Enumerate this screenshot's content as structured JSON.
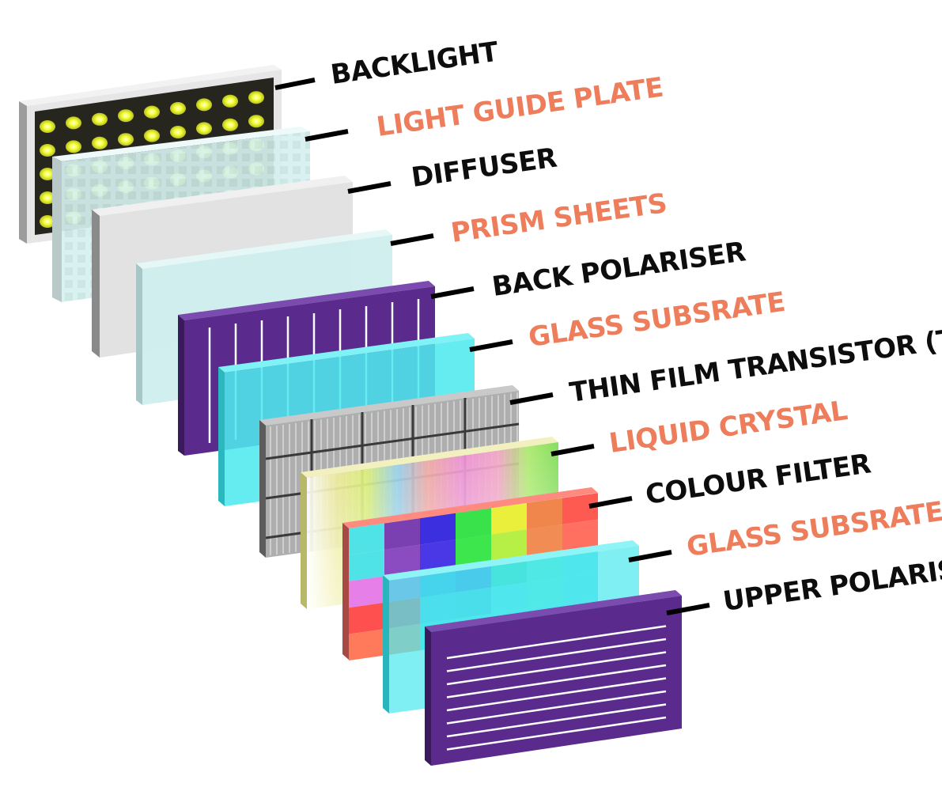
{
  "colors": {
    "label_dark": "#0d0d0d",
    "label_accent": "#ee7d5c",
    "purple": "#5a2a8c",
    "cyan": "#4fe9ef",
    "led": "#f4ff3c",
    "frame": "#e4e4e4",
    "backlight_panel": "#2a2a24"
  },
  "layers": [
    {
      "label": "BACKLIGHT",
      "color_role": "label_dark",
      "icon": "backlight-panel"
    },
    {
      "label": "LIGHT GUIDE PLATE",
      "color_role": "label_accent",
      "icon": "light-guide-plate"
    },
    {
      "label": "DIFFUSER",
      "color_role": "label_dark",
      "icon": "diffuser-sheet"
    },
    {
      "label": "PRISM SHEETS",
      "color_role": "label_accent",
      "icon": "prism-sheet"
    },
    {
      "label": "BACK POLARISER",
      "color_role": "label_dark",
      "icon": "polariser-vertical"
    },
    {
      "label": "GLASS SUBSRATE",
      "color_role": "label_accent",
      "icon": "glass-substrate"
    },
    {
      "label": "THIN FILM TRANSISTOR (TFT)",
      "color_role": "label_dark",
      "icon": "tft-grid"
    },
    {
      "label": "LIQUID CRYSTAL",
      "color_role": "label_accent",
      "icon": "liquid-crystal"
    },
    {
      "label": "COLOUR FILTER",
      "color_role": "label_dark",
      "icon": "colour-filter"
    },
    {
      "label": "GLASS SUBSRATE",
      "color_role": "label_accent",
      "icon": "glass-substrate"
    },
    {
      "label": "UPPER POLARISER",
      "color_role": "label_dark",
      "icon": "polariser-horizontal"
    }
  ]
}
